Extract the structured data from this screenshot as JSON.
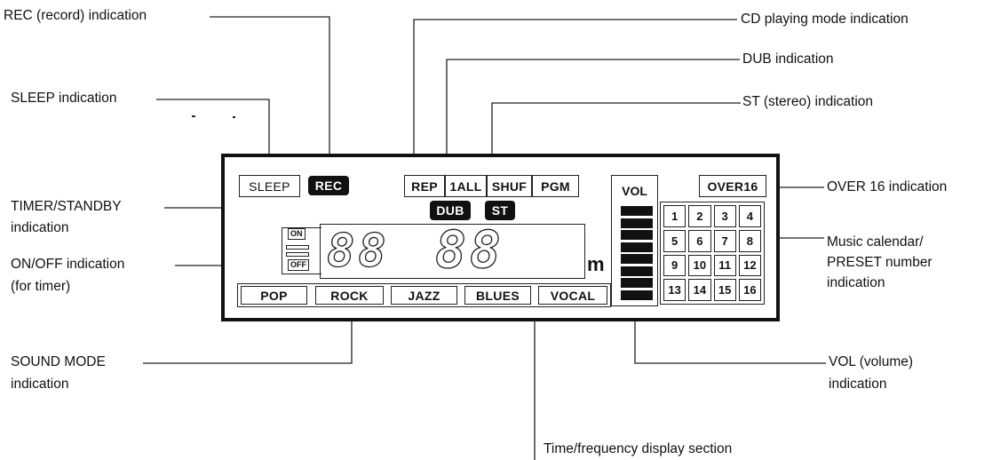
{
  "labels": {
    "rec": "REC (record) indication",
    "sleep": "SLEEP indication",
    "timer_line1": "TIMER/STANDBY",
    "timer_line2": "indication",
    "onoff_line1": "ON/OFF indication",
    "onoff_line2": "(for timer)",
    "sound_line1": "SOUND MODE",
    "sound_line2": "indication",
    "cd_mode": "CD playing mode indication",
    "dub": "DUB indication",
    "st": "ST (stereo) indication",
    "over16": "OVER 16 indication",
    "calendar_line1": "Music calendar/",
    "calendar_line2": "PRESET number",
    "calendar_line3": "indication",
    "vol_line1": "VOL (volume)",
    "vol_line2": "indication",
    "time_freq": "Time/frequency display section"
  },
  "display": {
    "sleep": "SLEEP",
    "rec": "REC",
    "rep": "REP",
    "all1": "1ALL",
    "shuf": "SHUF",
    "pgm": "PGM",
    "dub": "DUB",
    "st": "ST",
    "vol": "VOL",
    "over16": "OVER16",
    "on": "ON",
    "off": "OFF",
    "digits_left": "88",
    "digits_right": "88",
    "m": "m",
    "sound_modes": [
      "POP",
      "ROCK",
      "JAZZ",
      "BLUES",
      "VOCAL"
    ],
    "calendar": [
      "1",
      "2",
      "3",
      "4",
      "5",
      "6",
      "7",
      "8",
      "9",
      "10",
      "11",
      "12",
      "13",
      "14",
      "15",
      "16"
    ]
  },
  "volume": {
    "bar_count": 8
  }
}
